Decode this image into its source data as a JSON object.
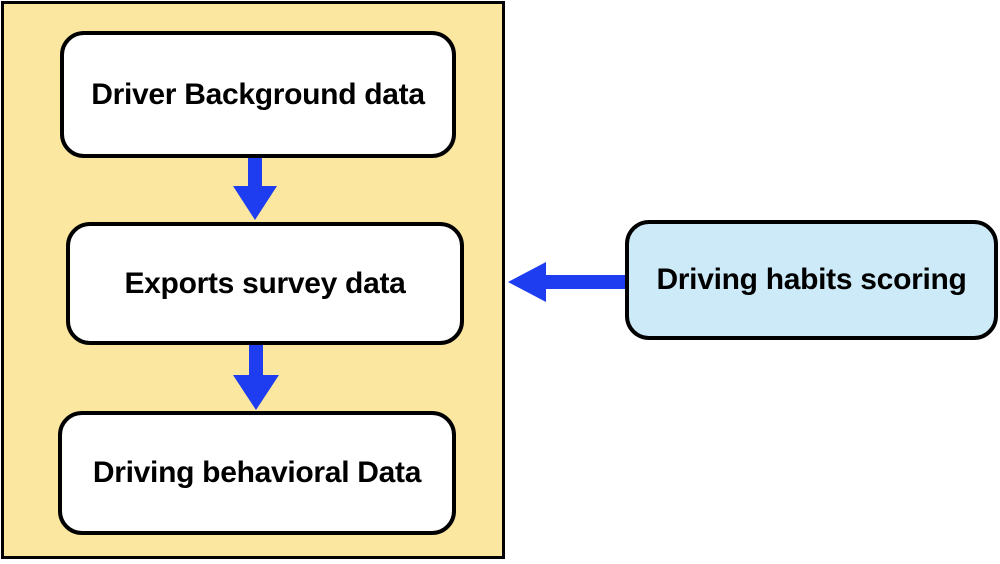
{
  "colors": {
    "panel_fill": "#fbe7a0",
    "node_fill": "#ffffff",
    "external_node_fill": "#cdeaf9",
    "arrow": "#1f3df0",
    "border": "#000000"
  },
  "nodes": {
    "driver_background": {
      "label": "Driver Background  data"
    },
    "exports_survey": {
      "label": "Exports survey data"
    },
    "driving_behavioral": {
      "label": "Driving behavioral  Data"
    },
    "habits_scoring": {
      "label": "Driving habits scoring"
    }
  },
  "edges": [
    {
      "from": "driver_background",
      "to": "exports_survey"
    },
    {
      "from": "exports_survey",
      "to": "driving_behavioral"
    },
    {
      "from": "habits_scoring",
      "to": "exports_survey"
    }
  ]
}
